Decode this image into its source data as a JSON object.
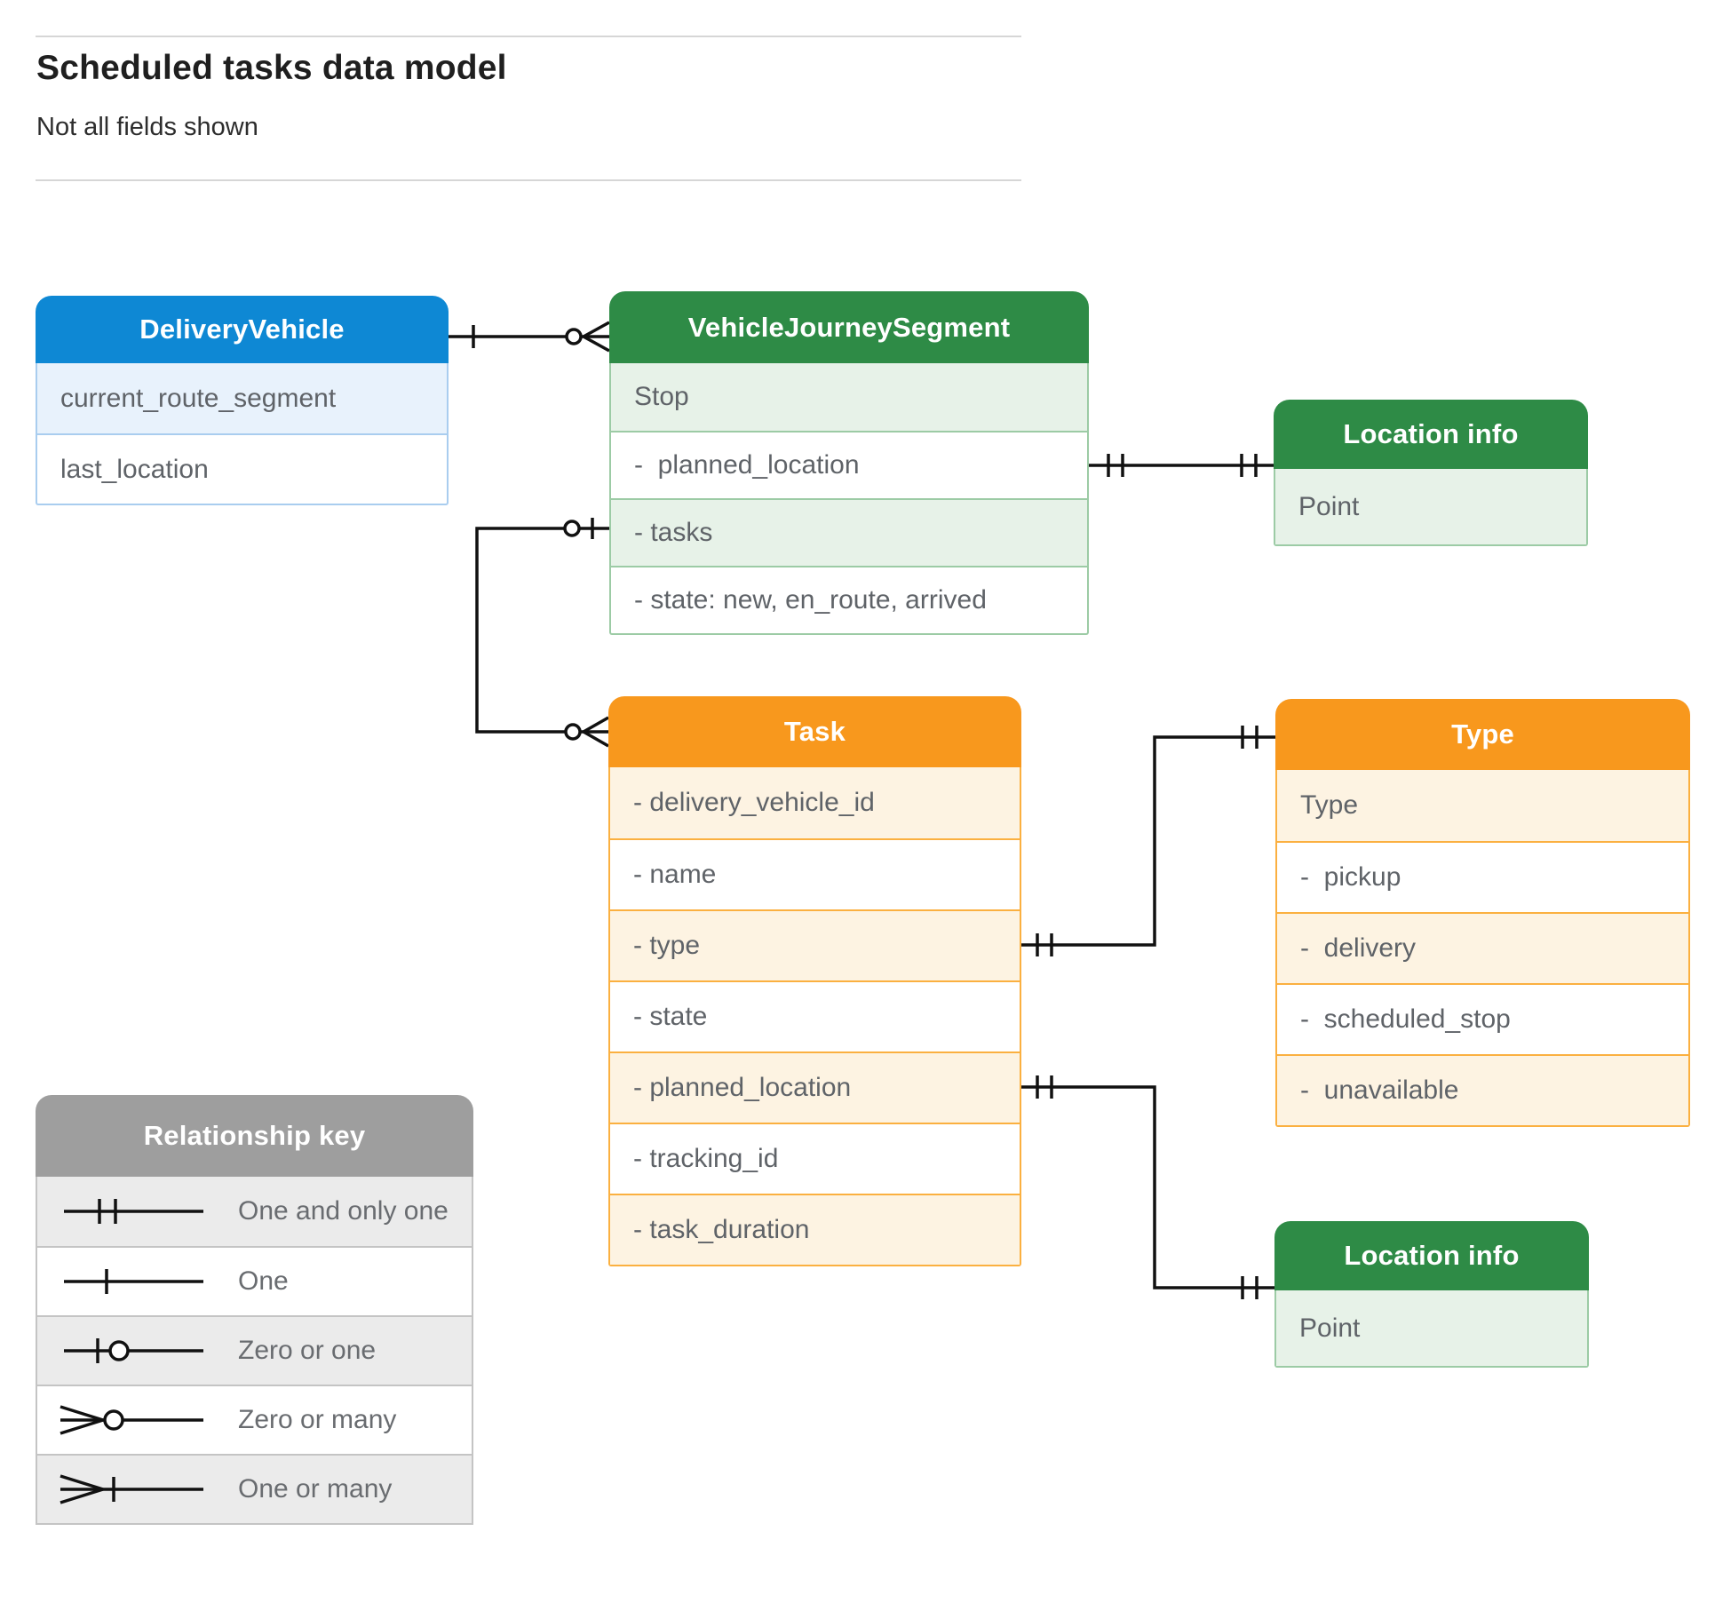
{
  "header": {
    "title": "Scheduled tasks data model",
    "subtitle": "Not all fields shown"
  },
  "entities": {
    "delivery_vehicle": {
      "title": "DeliveryVehicle",
      "rows": [
        "current_route_segment",
        "last_location"
      ]
    },
    "vehicle_journey_segment": {
      "title": "VehicleJourneySegment",
      "rows": [
        "Stop",
        "-  planned_location",
        "- tasks",
        "- state: new, en_route, arrived"
      ]
    },
    "location_info_top": {
      "title": "Location info",
      "rows": [
        "Point"
      ]
    },
    "task": {
      "title": "Task",
      "rows": [
        "- delivery_vehicle_id",
        "- name",
        "- type",
        "- state",
        "- planned_location",
        "- tracking_id",
        "- task_duration"
      ]
    },
    "type": {
      "title": "Type",
      "rows": [
        "Type",
        "-  pickup",
        "-  delivery",
        "-  scheduled_stop",
        "-  unavailable"
      ]
    },
    "location_info_bottom": {
      "title": "Location info",
      "rows": [
        "Point"
      ]
    }
  },
  "legend": {
    "title": "Relationship key",
    "rows": [
      {
        "symbol": "one-and-only-one-icon",
        "label": "One and only one"
      },
      {
        "symbol": "one-icon",
        "label": "One"
      },
      {
        "symbol": "zero-or-one-icon",
        "label": "Zero or one"
      },
      {
        "symbol": "zero-or-many-icon",
        "label": "Zero or many"
      },
      {
        "symbol": "one-or-many-icon",
        "label": "One or many"
      }
    ]
  },
  "colors": {
    "blue": "#0e88d4",
    "blue_tint": "#e8f2fc",
    "blue_border": "#a9cdef",
    "green": "#2e8b46",
    "green_tint": "#e7f2e8",
    "green_border": "#9ccba5",
    "orange": "#f8981d",
    "orange_tint": "#fdf3e2",
    "orange_border": "#fbb040",
    "gray": "#9e9e9e",
    "gray_tint": "#ebebeb",
    "gray_border": "#c4c4c4",
    "line": "#111111"
  }
}
